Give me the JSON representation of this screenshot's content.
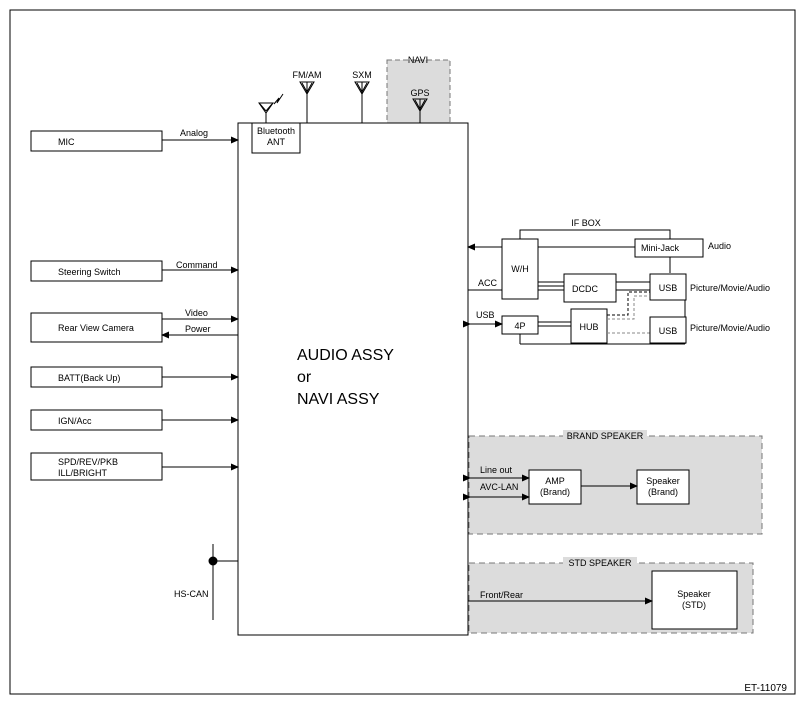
{
  "main_block": {
    "line1": "AUDIO ASSY",
    "line2": "or",
    "line3": "NAVI ASSY"
  },
  "antennas": {
    "navi_label": "NAVI",
    "fm_am": "FM/AM",
    "sxm": "SXM",
    "gps": "GPS",
    "bt_line1": "Bluetooth",
    "bt_line2": "ANT"
  },
  "inputs": {
    "mic": "MIC",
    "analog": "Analog",
    "steering_switch": "Steering Switch",
    "command": "Command",
    "rear_view_camera": "Rear View Camera",
    "video": "Video",
    "power": "Power",
    "batt": "BATT(Back Up)",
    "ign": "IGN/Acc",
    "spd_line1": "SPD/REV/PKB",
    "spd_line2": "ILL/BRIGHT",
    "hs_can": "HS-CAN"
  },
  "if_box": {
    "title": "IF BOX",
    "wh": "W/H",
    "mini_jack": "Mini-Jack",
    "audio": "Audio",
    "dcdc": "DCDC",
    "usb1": "USB",
    "usb2": "USB",
    "hub": "HUB",
    "four_p": "4P",
    "acc": "ACC",
    "usb_label": "USB",
    "pic1": "Picture/Movie/Audio",
    "pic2": "Picture/Movie/Audio"
  },
  "brand_speaker": {
    "title": "BRAND SPEAKER",
    "line_out": "Line out",
    "avc_lan": "AVC-LAN",
    "amp_line1": "AMP",
    "amp_line2": "(Brand)",
    "spk_line1": "Speaker",
    "spk_line2": "(Brand)"
  },
  "std_speaker": {
    "title": "STD SPEAKER",
    "front_rear": "Front/Rear",
    "spk_line1": "Speaker",
    "spk_line2": "(STD)"
  },
  "figure_id": "ET-11079",
  "colors": {
    "shaded_region": "#dcdcdc",
    "dashed_border": "#777777",
    "line": "#000000"
  }
}
